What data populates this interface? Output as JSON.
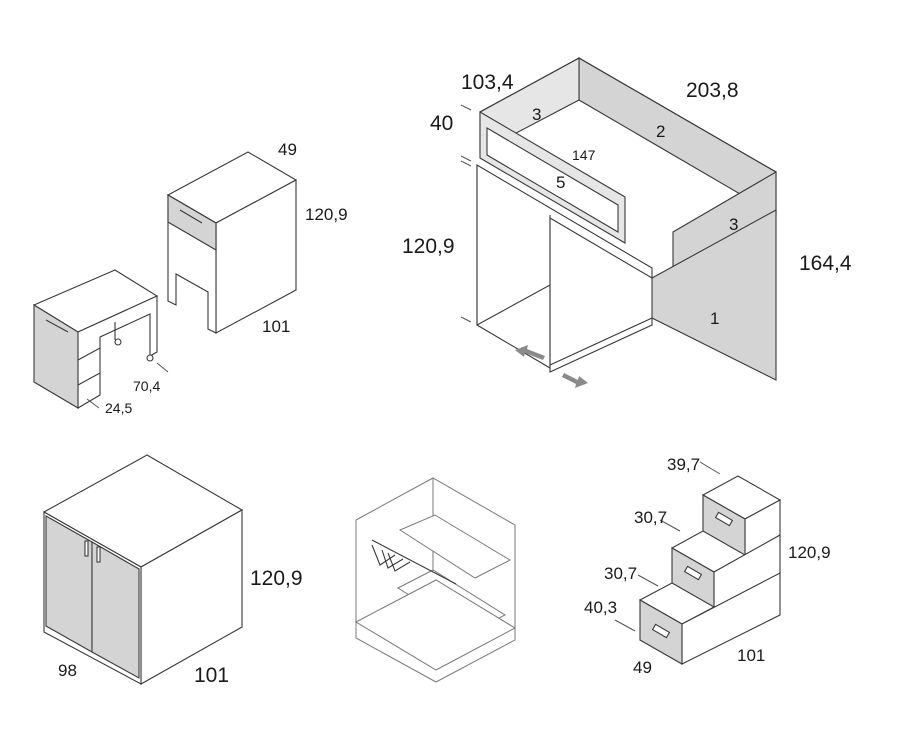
{
  "desk": {
    "depth": "49",
    "height": "120,9",
    "width": "101",
    "caster_width": "70,4",
    "caster_depth": "24,5"
  },
  "loft_bed": {
    "width": "103,4",
    "length": "203,8",
    "guard_height": "40",
    "inner_length": "147",
    "under_height": "120,9",
    "total_height": "164,4",
    "parts": [
      "1",
      "2",
      "3",
      "3",
      "5"
    ]
  },
  "wardrobe": {
    "height": "120,9",
    "depth": "98",
    "width": "101"
  },
  "stairs": {
    "step_top": "39,7",
    "step_mid": "30,7",
    "step_low": "30,7",
    "step_base": "40,3",
    "height": "120,9",
    "depth": "49",
    "width": "101"
  },
  "colors": {
    "panel_gray": "#d4d4d4",
    "line": "#3a3a3a",
    "arrow": "#8a8a8a"
  }
}
